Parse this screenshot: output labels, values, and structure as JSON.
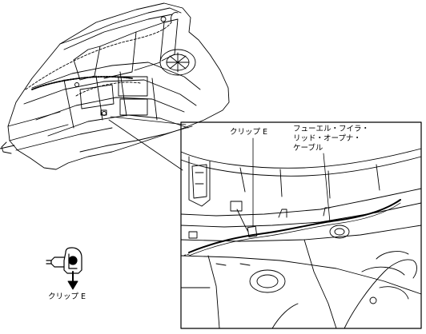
{
  "labels": {
    "clip_callout": "クリップ E",
    "cable_callout_lines": [
      "フューエル・フイラ・",
      "リッド・オープナ・",
      "ケーブル"
    ],
    "clip_legend": "クリップ E"
  },
  "colors": {
    "line": "#000000",
    "background": "#ffffff"
  },
  "icons": {
    "clip_symbol": "clip-icon",
    "pull_direction": "arrow-down-icon"
  }
}
